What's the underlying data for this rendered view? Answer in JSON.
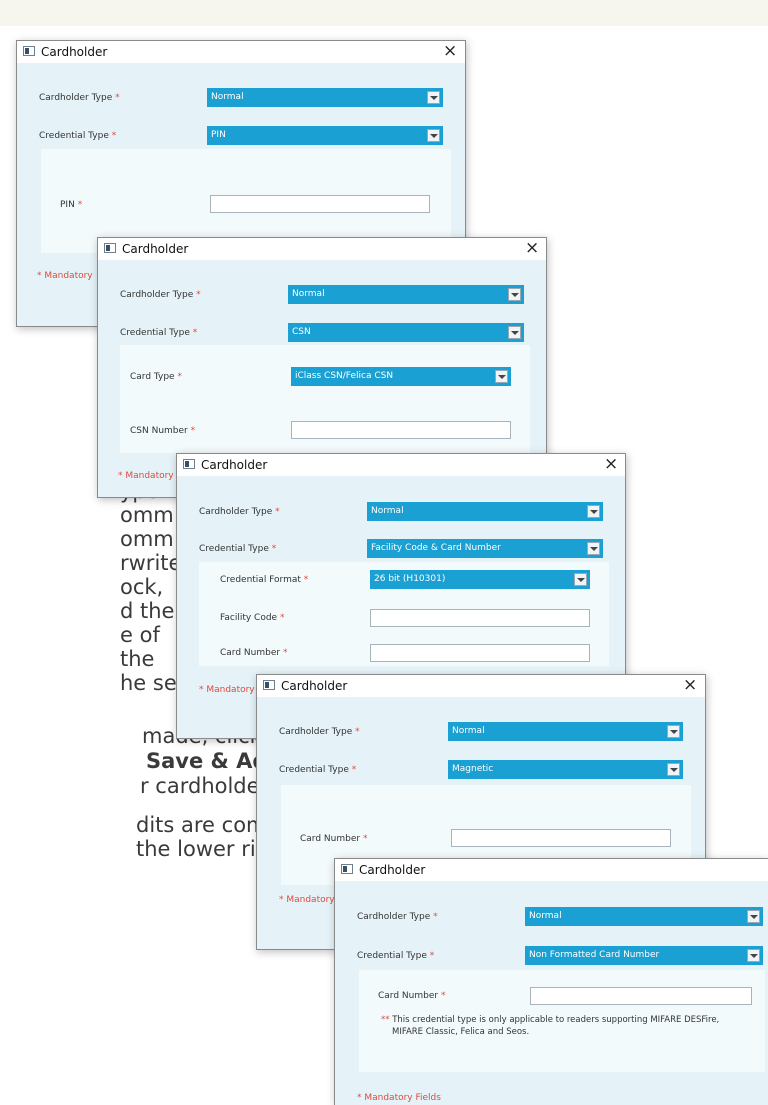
{
  "document": {
    "text_lines": [
      "ype",
      "omm",
      "omm",
      "rwrites",
      "ock,",
      "d the",
      "e of",
      "the",
      "he selected"
    ],
    "para2": {
      "line1": "made, click the",
      "line2_bold": "Save & Add New",
      "line3": "r cardholder."
    },
    "para3": {
      "line1": "dits are complete,",
      "line2": "the lower right of"
    }
  },
  "dialogs": [
    {
      "title": "Cardholder",
      "close": "×",
      "cardholder_type_label": "Cardholder Type",
      "cardholder_type_value": "Normal",
      "credential_type_label": "Credential Type",
      "credential_type_value": "PIN",
      "pin_label": "PIN",
      "mandatory": "* Mandatory"
    },
    {
      "title": "Cardholder",
      "close": "×",
      "cardholder_type_label": "Cardholder Type",
      "cardholder_type_value": "Normal",
      "credential_type_label": "Credential Type",
      "credential_type_value": "CSN",
      "card_type_label": "Card Type",
      "card_type_value": "iClass CSN/Felica CSN",
      "csn_number_label": "CSN Number",
      "mandatory": "* Mandatory"
    },
    {
      "title": "Cardholder",
      "close": "×",
      "cardholder_type_label": "Cardholder Type",
      "cardholder_type_value": "Normal",
      "credential_type_label": "Credential Type",
      "credential_type_value": "Facility Code & Card Number",
      "credential_format_label": "Credential Format",
      "credential_format_value": "26 bit (H10301)",
      "facility_code_label": "Facility Code",
      "card_number_label": "Card Number",
      "mandatory": "* Mandatory"
    },
    {
      "title": "Cardholder",
      "close": "×",
      "cardholder_type_label": "Cardholder Type",
      "cardholder_type_value": "Normal",
      "credential_type_label": "Credential Type",
      "credential_type_value": "Magnetic",
      "card_number_label": "Card Number",
      "mandatory": "* Mandatory"
    },
    {
      "title": "Cardholder",
      "cardholder_type_label": "Cardholder Type",
      "cardholder_type_value": "Normal",
      "credential_type_label": "Credential Type",
      "credential_type_value": "Non Formatted Card Number",
      "card_number_label": "Card Number",
      "note_marker": "**",
      "note_line1": "This credential type is only applicable to readers supporting MIFARE DESFire,",
      "note_line2": "MIFARE Classic, Felica and Seos.",
      "mandatory": "* Mandatory Fields"
    }
  ],
  "required_marker": "*",
  "colors": {
    "dialog_bg": "#e5f3f8",
    "select_bg": "#1aa0d2",
    "required": "#e2483d"
  }
}
